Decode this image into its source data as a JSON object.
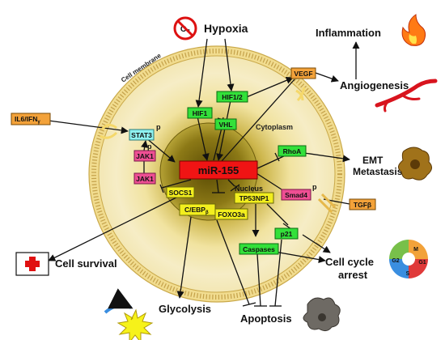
{
  "compartments": {
    "cell_membrane": "Cell membrane",
    "cytoplasm": "Cytoplasm",
    "nucleus": "Nucleus"
  },
  "center": "miR-155",
  "stimuli": {
    "hypoxia": "Hypoxia",
    "il6_ifn": "IL6/IFN",
    "il6_ifn_subscript": "γ",
    "tgf": "TGFβ"
  },
  "molecules": {
    "hif1": "HIF1",
    "hif12": "HIF1/2",
    "vhl": "VHL",
    "vegf": "VEGF",
    "stat3": "STAT3",
    "jak1_p": "JAK1",
    "jak1": "JAK1",
    "socs1": "SOCS1",
    "cebp": "C/EBP",
    "cebp_subscript": "β",
    "foxo3a": "FOXO3a",
    "tp53np1": "TP53NP1",
    "rhoa": "RhoA",
    "smad4": "Smad4",
    "p21": "p21",
    "caspases": "Caspases",
    "phospho": "p"
  },
  "outcomes": {
    "inflammation": "Inflammation",
    "angiogenesis": "Angiogenesis",
    "emt_line1": "EMT",
    "emt_line2": "Metastasis",
    "cell_survival": "Cell survival",
    "cell_cycle_line1": "Cell cycle",
    "cell_cycle_line2": "arrest",
    "glycolysis": "Glycolysis",
    "apoptosis": "Apoptosis"
  },
  "cell_cycle_phases": [
    "M",
    "G1",
    "S",
    "G2"
  ],
  "colors": {
    "green_box": "#33e03a",
    "yellow_box": "#f2ee1e",
    "orange_box": "#f3a23a",
    "pink_box": "#ee4f93",
    "cyan_box": "#8ff2f0",
    "red_center": "#f01414",
    "membrane": "#e8cf7a",
    "cytoplasm_glow": "#f3e49a",
    "nucleus": "#8f7c1a"
  }
}
